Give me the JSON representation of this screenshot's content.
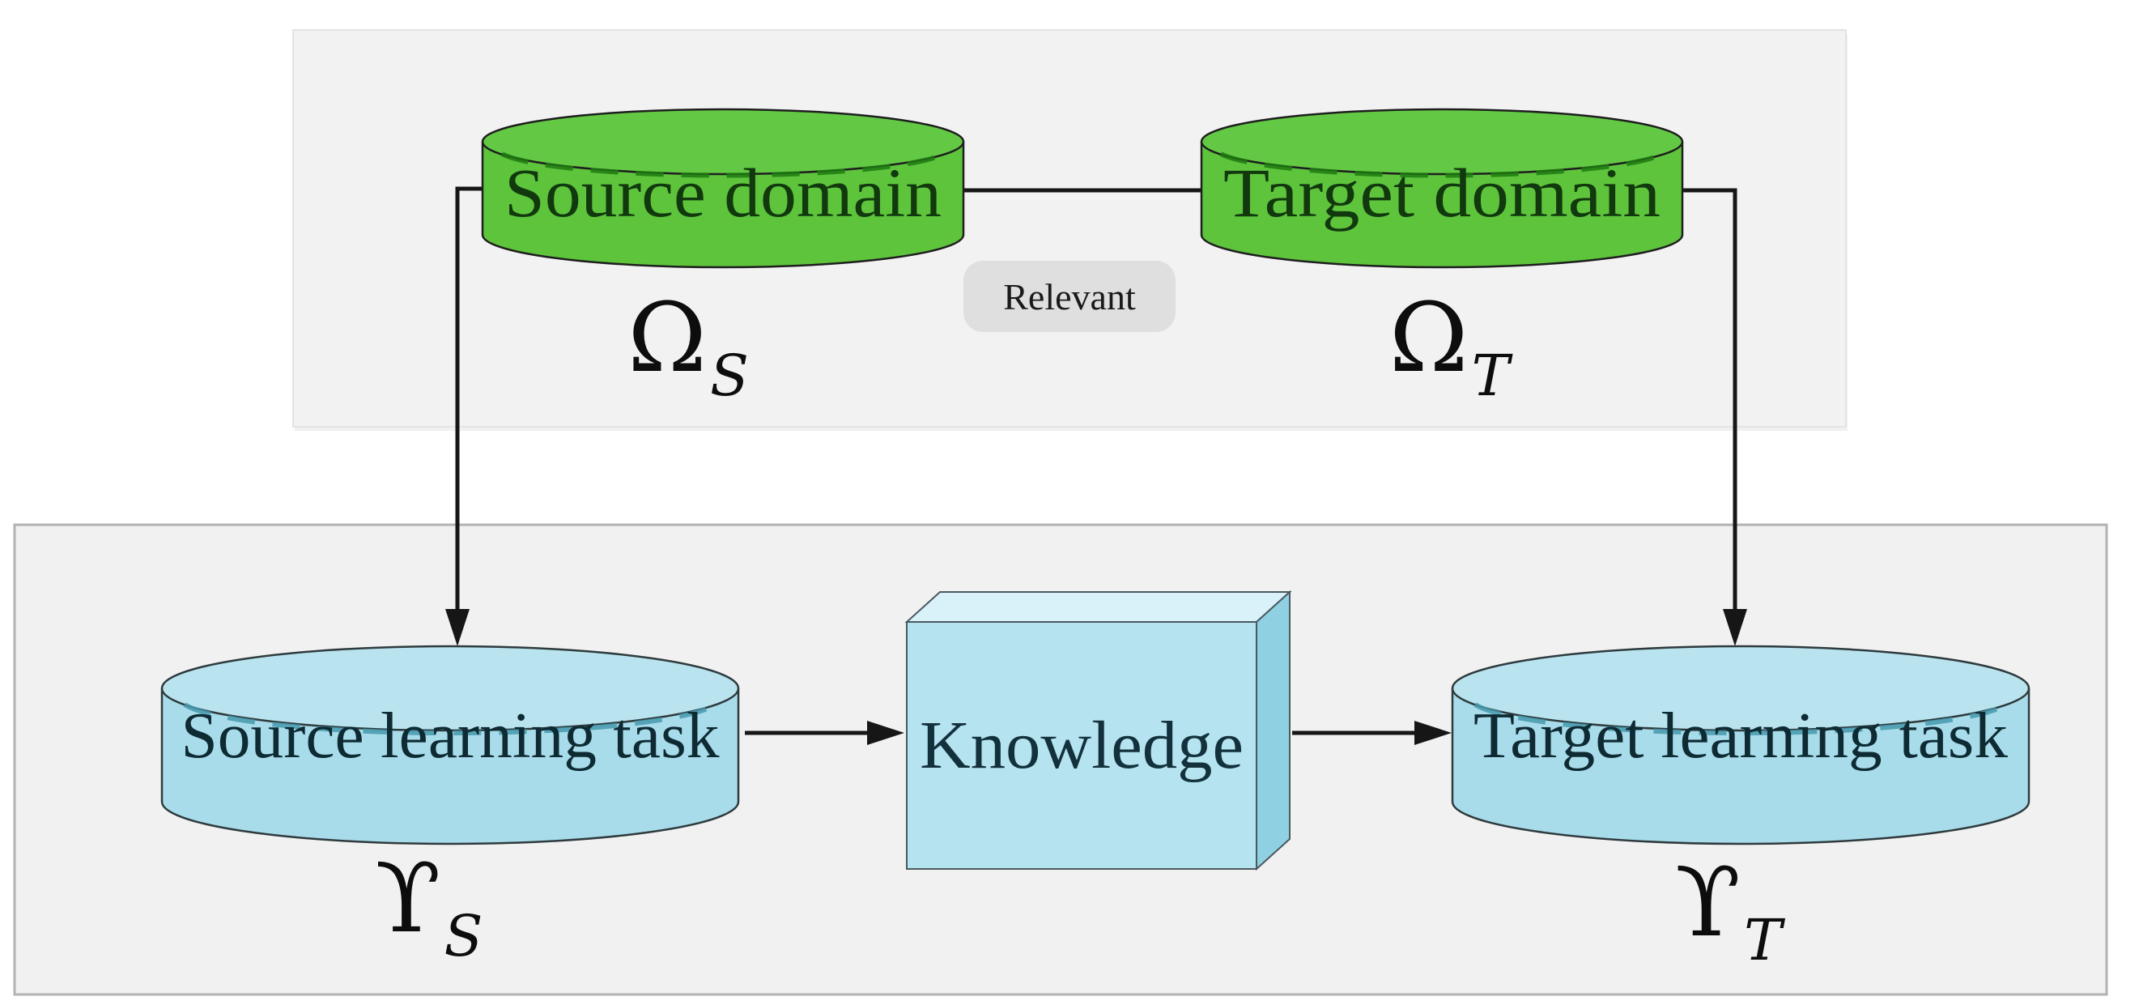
{
  "diagram": {
    "top_panel": {
      "source_domain": {
        "label": "Source domain",
        "symbol": "Ω",
        "symbol_sub": "S"
      },
      "target_domain": {
        "label": "Target domain",
        "symbol": "Ω",
        "symbol_sub": "T"
      },
      "relation_label": "Relevant"
    },
    "bottom_panel": {
      "source_task": {
        "label": "Source learning task",
        "symbol": "ϒ",
        "symbol_sub": "S"
      },
      "knowledge": {
        "label": "Knowledge"
      },
      "target_task": {
        "label": "Target learning task",
        "symbol": "ϒ",
        "symbol_sub": "T"
      }
    },
    "colors": {
      "panel_top_bg": "#f2f2f2",
      "panel_bottom_bg": "#f1f1f1",
      "panel_border": "#b2b2b2",
      "cylinder_green": "#5dc43c",
      "cylinder_green_top": "#63c944",
      "cylinder_green_level": "#1e7a10",
      "cylinder_blue": "#a8dcea",
      "cylinder_blue_top": "#b9e4ef",
      "cylinder_blue_level": "#4799ad",
      "box_front": "#b5e3ef",
      "box_side": "#8fd1e2",
      "box_top": "#d9f1f8",
      "pill_bg": "#dfdfdf",
      "line": "#161616"
    }
  }
}
